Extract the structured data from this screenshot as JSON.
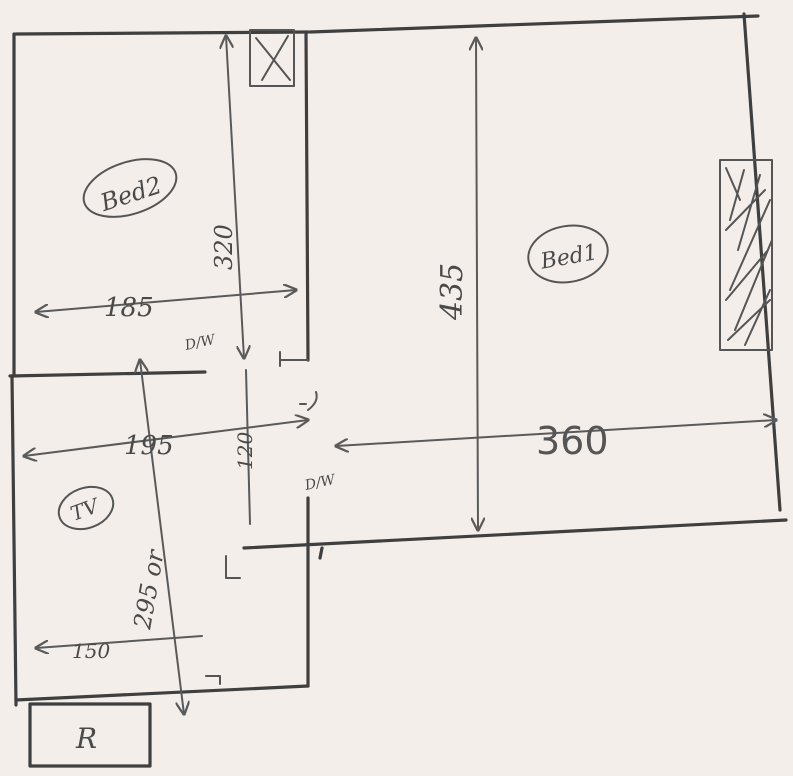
{
  "rooms": {
    "bed2": "Bed2",
    "bed1": "Bed1",
    "tv": "TV",
    "r": "R"
  },
  "dimensions": {
    "bed2_width": "185",
    "bed2_height": "320",
    "hall_width": "195",
    "hall_door": "120",
    "bed1_height": "435",
    "bed1_width": "360",
    "tv_length": "295 or",
    "tv_width": "150"
  },
  "door_marks": {
    "bed2_door": "D/W",
    "bed1_door": "D/W"
  },
  "colors": {
    "paper": "#f3eeea",
    "pencil": "#3f3f3f"
  }
}
